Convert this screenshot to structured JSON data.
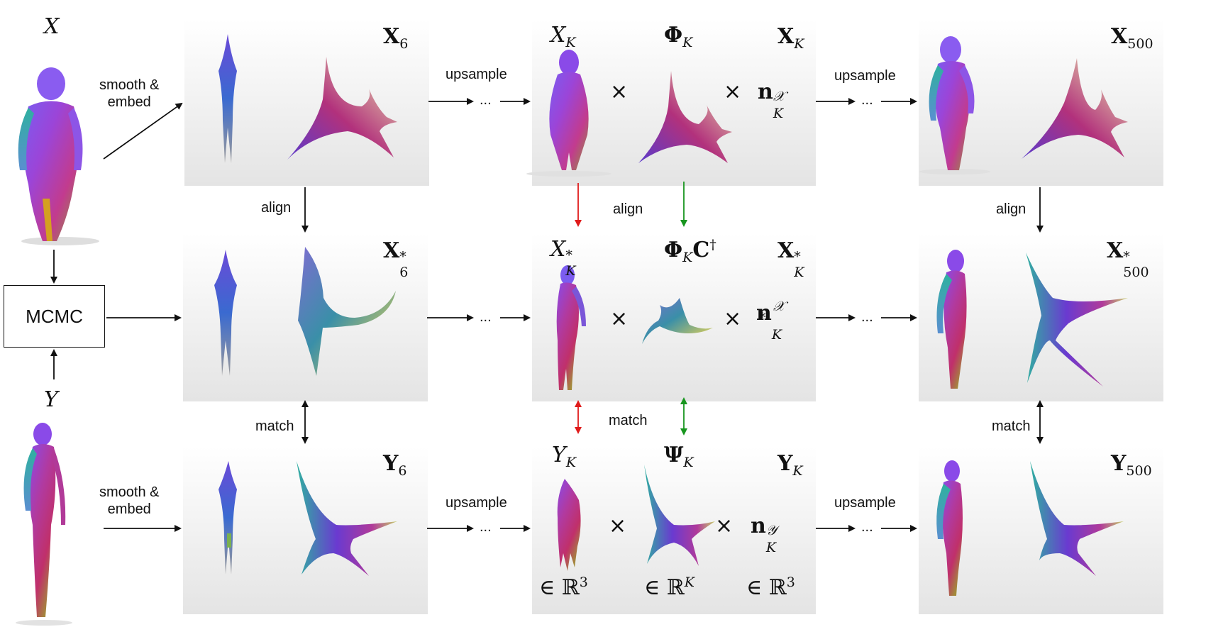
{
  "labels": {
    "x_mesh": "X",
    "y_mesh": "Y",
    "smooth_embed_line1": "smooth &",
    "smooth_embed_line2": "embed",
    "upsample": "upsample",
    "align": "align",
    "match": "match",
    "mcmc": "MCMC",
    "ellipsis": "...",
    "times": "×"
  },
  "math": {
    "x6": "X6",
    "x6_star": "X*6",
    "y6": "Y6",
    "xk_mesh": "XK",
    "phi_k": "ΦK",
    "xk_bold": "XK",
    "n_xk": "nK^X",
    "xk_star_mesh": "X*K",
    "phi_k_c": "ΦK C†",
    "xk_star_bold": "X*K",
    "n_xk_star": "*nK^X",
    "yk_mesh": "YK",
    "psi_k": "ΨK",
    "yk_bold": "YK",
    "n_yk": "nK^Y",
    "in_r3": "∈ ℝ3",
    "in_rk": "∈ ℝK",
    "x500": "X500",
    "x500_star": "X*500",
    "y500": "Y500"
  },
  "colors": {
    "red_arrow": "#e01b1b",
    "green_arrow": "#18961f",
    "black_arrow": "#111111",
    "panel_top": "#ffffff",
    "panel_bottom": "#e4e4e4",
    "shape_purple": "#8a3fd6",
    "shape_teal": "#2fb0a0",
    "shape_pink": "#c23b8e",
    "shape_olive": "#9aa03a"
  }
}
